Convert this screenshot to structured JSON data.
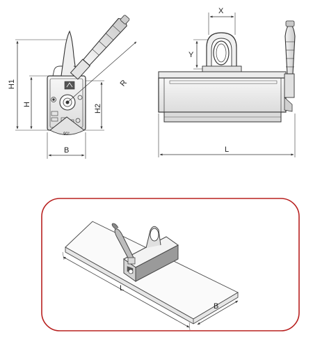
{
  "front_view": {
    "labels": {
      "h1": "H1",
      "h": "H",
      "h2": "H2",
      "r": "R",
      "b": "B",
      "angle": "90°"
    }
  },
  "side_view": {
    "labels": {
      "x": "X",
      "y": "Y",
      "l": "L"
    }
  },
  "iso_view": {
    "labels": {
      "l": "L",
      "b": "B"
    }
  },
  "colors": {
    "frame_border": "#b8201f",
    "line": "#333333",
    "fill_light": "#f2f2f2",
    "fill_mid": "#d9d9d9",
    "fill_dark": "#8a8a8a"
  }
}
